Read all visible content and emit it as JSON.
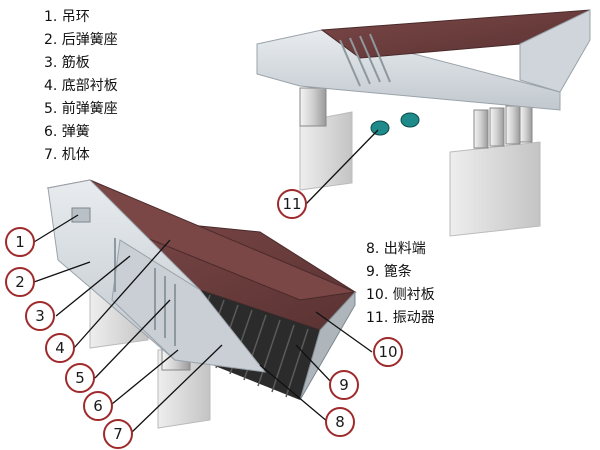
{
  "legend_left": [
    "1. 吊环",
    "2. 后弹簧座",
    "3. 筋板",
    "4. 底部衬板",
    "5. 前弹簧座",
    "6. 弹簧",
    "7. 机体"
  ],
  "legend_right": [
    "8. 出料端",
    "9. 篦条",
    "10. 侧衬板",
    "11. 振动器"
  ],
  "callouts": [
    "1",
    "2",
    "3",
    "4",
    "5",
    "6",
    "7",
    "8",
    "9",
    "10",
    "11"
  ],
  "colors": {
    "callout_ring": "#9e2a2b",
    "steel_light": "#dfe4e8",
    "steel_mid": "#c3cad0",
    "liner": "#6b3d3d",
    "grate": "#2b2b2b",
    "pillar": "#d6d6d6",
    "motor": "#1f8a8a"
  }
}
